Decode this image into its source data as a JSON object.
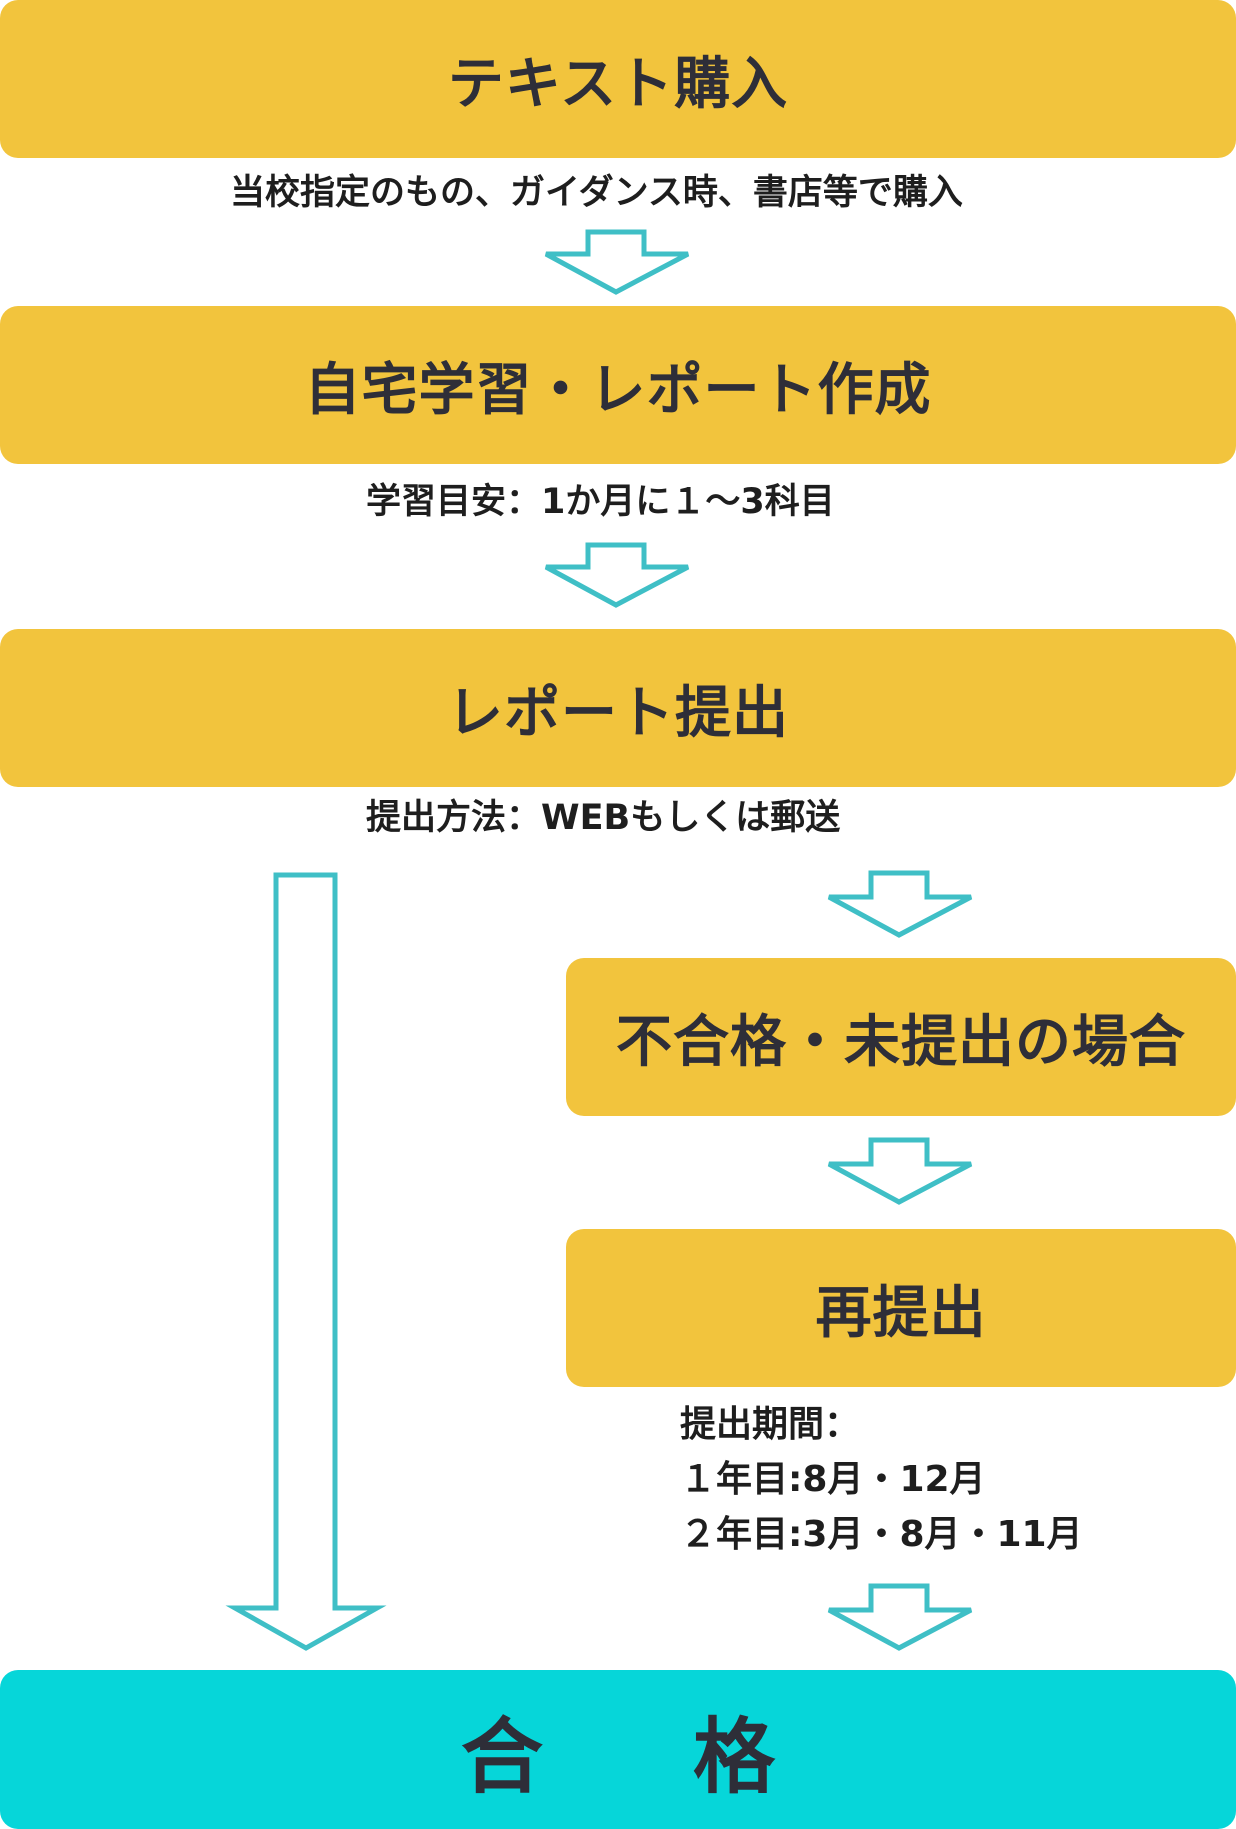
{
  "steps": {
    "text_purchase": "テキスト購入",
    "self_study": "自宅学習・レポート作成",
    "report_submit": "レポート提出",
    "fail_case": "不合格・未提出の場合",
    "resubmit": "再提出",
    "pass_left": "合",
    "pass_right": "格"
  },
  "notes": {
    "purchase": "当校指定のもの、ガイダンス時、書店等で購入",
    "study_guide": "学習目安：1か月に１～3科目",
    "submit_method": "提出方法：WEBもしくは郵送",
    "period_title": "提出期間：",
    "period_year1": "１年目:8月・12月",
    "period_year2": "２年目:3月・8月・11月"
  },
  "colors": {
    "step_box": "#f2c43d",
    "pass_box": "#06d6d9",
    "arrow_outline": "#3fbfc6",
    "text": "#2e2e38"
  }
}
